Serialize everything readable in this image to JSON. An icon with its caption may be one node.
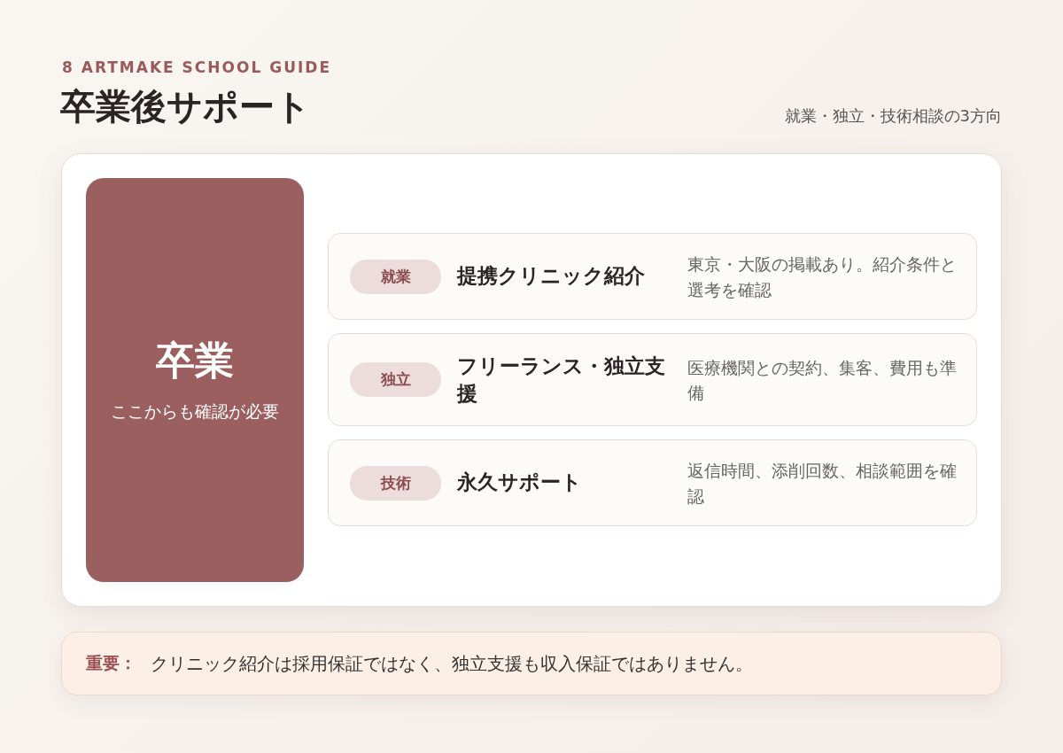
{
  "diagram": {
    "title": "卒業後サポート",
    "nodes": [
      {
        "text": [],
        "shape": "box"
      },
      {
        "text": [
          "卒業",
          "ここからも確認が必要"
        ],
        "in": 0
      },
      {
        "text": [
          "提携クリニック紹介",
          "東京・大阪の掲載あり。紹介条件と選考を確認"
        ],
        "in": 0
      },
      {
        "text": [
          "就業"
        ],
        "in": 2
      },
      {
        "text": [
          "フリーランス・独立支援",
          "医療機関との契約、集客、費用も準備"
        ],
        "in": 0
      },
      {
        "text": [
          "独立"
        ],
        "in": 4
      },
      {
        "text": [
          "永久サポート",
          "返信時間、添削回数、相談範囲を確認"
        ],
        "in": 0
      },
      {
        "text": [
          "技術"
        ],
        "in": 6
      },
      {
        "text": [
          "重要：",
          "クリニック紹介は採用保証ではなく、独立支援も収入保証ではありません。"
        ]
      }
    ],
    "labels": [
      "8 ARTMAKE SCHOOL GUIDE",
      "就業・独立・技術相談の3方向"
    ]
  }
}
